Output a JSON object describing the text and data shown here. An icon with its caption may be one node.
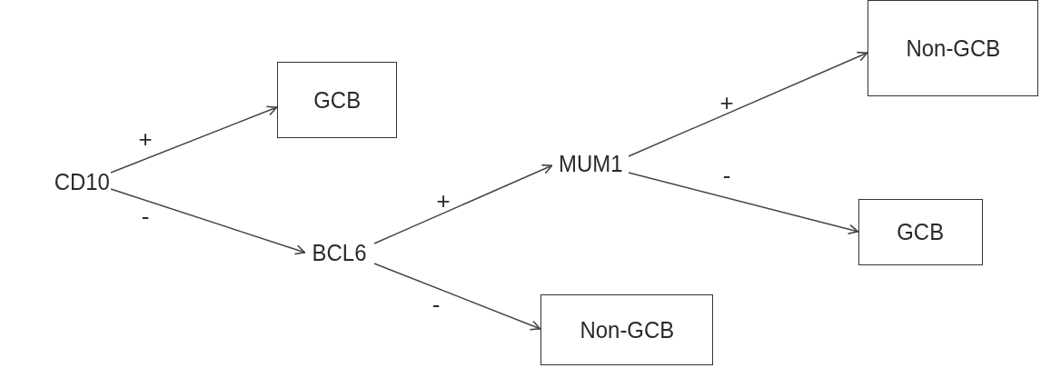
{
  "diagram": {
    "nodes": [
      {
        "text": [
          "CD10"
        ]
      },
      {
        "text": [
          "GCB"
        ]
      },
      {
        "text": [
          "BCL6"
        ]
      },
      {
        "text": [
          "MUM1"
        ]
      },
      {
        "text": [
          "Non-GCB"
        ]
      },
      {
        "text": [
          "GCB"
        ]
      },
      {
        "text": [
          "Non-GCB"
        ]
      }
    ],
    "edges": [
      {
        "from": 0,
        "to": 1,
        "arrow": "to",
        "label": "+"
      },
      {
        "from": 0,
        "to": 2,
        "arrow": "to",
        "label": "-"
      },
      {
        "from": 2,
        "to": 3,
        "arrow": "to",
        "label": "+"
      },
      {
        "from": 2,
        "to": 6,
        "arrow": "to",
        "label": "-"
      },
      {
        "from": 3,
        "to": 4,
        "arrow": "to",
        "label": "+"
      },
      {
        "from": 3,
        "to": 5,
        "arrow": "to",
        "label": "-"
      }
    ]
  }
}
